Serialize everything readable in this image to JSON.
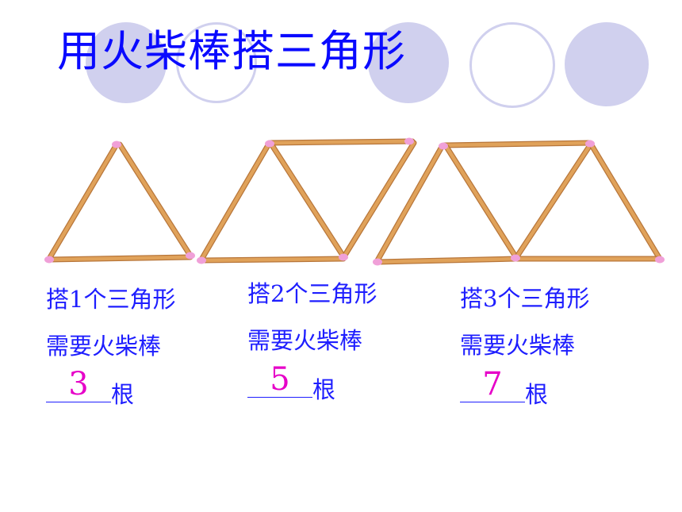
{
  "slide": {
    "title": "用火柴棒搭三角形",
    "colors": {
      "title": "#0a0aff",
      "caption": "#1e1eff",
      "answer": "#e600c8",
      "circle": "#d0d0ee",
      "match_stick": "#e0a25a",
      "match_head": "#f0a0d8"
    }
  },
  "groups": [
    {
      "line1": "搭1个三角形",
      "line2": "需要火柴棒",
      "answer": "3",
      "unit": "根"
    },
    {
      "line1": "搭2个三角形",
      "line2": "需要火柴棒",
      "answer": "5",
      "unit": "根"
    },
    {
      "line1": "搭3个三角形",
      "line2": "需要火柴棒",
      "answer": "7",
      "unit": "根"
    }
  ]
}
